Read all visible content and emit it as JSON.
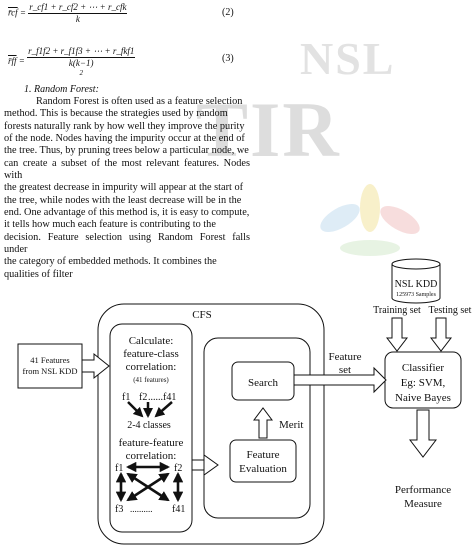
{
  "equations": {
    "eq2": {
      "lhs": "r̄cf",
      "num": "r_cf1 + r_cf2 + ⋯ + r_cfk",
      "den": "k",
      "number": "(2)"
    },
    "eq3": {
      "lhs": "r̄ff",
      "num": "r_f1f2 + r_f1f3 + ⋯ + r_fkf1",
      "den": "k(k−1)",
      "den2": "2",
      "number": "(3)"
    }
  },
  "section": {
    "heading": "1.    Random Forest:",
    "lines": [
      "Random Forest is often used as a feature selection",
      "method. This is because the strategies used by random",
      "forests naturally rank by how well they improve the purity",
      "of the node. Nodes having the impurity occur at the end of",
      "the tree. Thus, by pruning trees below a particular  node, we",
      "can create a subset of the most relevant features. Nodes with",
      "the greatest decrease in impurity will appear at the start of",
      "the tree, while nodes with the least decrease will be in the",
      "end. One advantage of this method is, it is easy to compute,",
      "it tells how much each feature is contributing to the",
      "decision. Feature selection using Random Forest  falls under",
      "the category of   embedded methods. It combines the",
      "qualities of  filter"
    ]
  },
  "watermark": {
    "text": "TIR",
    "sub": "NSL"
  },
  "diagram": {
    "database": {
      "title": "NSL KDD",
      "subtitle": "125973 Samples"
    },
    "training_label": "Training set",
    "testing_label": "Testing set",
    "cfs_label": "CFS",
    "input_box": [
      "41 Features",
      "from NSL KDD"
    ],
    "calc": [
      "Calculate:",
      "feature-class",
      "correlation:",
      "(41 features)"
    ],
    "f_top": [
      "f1",
      "f2",
      "......f41"
    ],
    "classes_label": "2-4 classes",
    "ff": [
      "feature-feature",
      "correlation:"
    ],
    "ff_nodes": [
      "f1",
      "f2",
      "f3",
      "f41"
    ],
    "ff_dots": "..........",
    "search_label": "Search",
    "merit_label": "Merit",
    "eval_label": [
      "Feature",
      "Evaluation"
    ],
    "feature_set_label": [
      "Feature",
      "set"
    ],
    "classifier": [
      "Classifier",
      "Eg: SVM,",
      "Naive Bayes"
    ],
    "performance": [
      "Performance",
      "Measure"
    ]
  }
}
